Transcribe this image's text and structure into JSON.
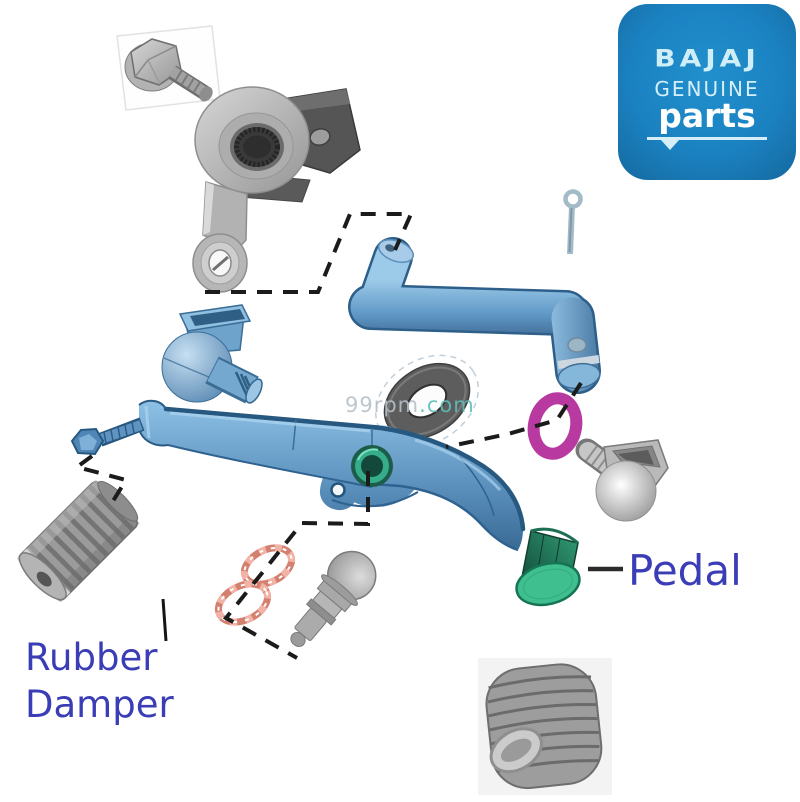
{
  "logo": {
    "brand": "BAJAJ",
    "genuine": "GENUINE",
    "parts": "parts",
    "bg_color": "#1b82c2",
    "text_color": "#d6eef8"
  },
  "labels": {
    "rubber_line1": "Rubber",
    "rubber_line2": "Damper",
    "pedal": "Pedal",
    "color": "#3a3db5"
  },
  "watermark": {
    "gray": "99rpm",
    "teal": ".com"
  },
  "colors": {
    "part_blue": "#6aa6d4",
    "part_blue_edge": "#27587f",
    "crank_blue": "#7fb2d8",
    "pedal_green": "#3fbe8f",
    "bushing_green": "#35ad8a",
    "oring_magenta": "#b8399f",
    "spring_coral": "#d4806f",
    "metal_gray": "#a8a8a8",
    "wedge_gray": "#555555",
    "label_blue": "#3a3db5",
    "logo_blue": "#1b82c2",
    "watermark_gray": "#b6c0c8",
    "watermark_teal": "#5fbdb8",
    "dash_black": "#1b1b1b"
  }
}
